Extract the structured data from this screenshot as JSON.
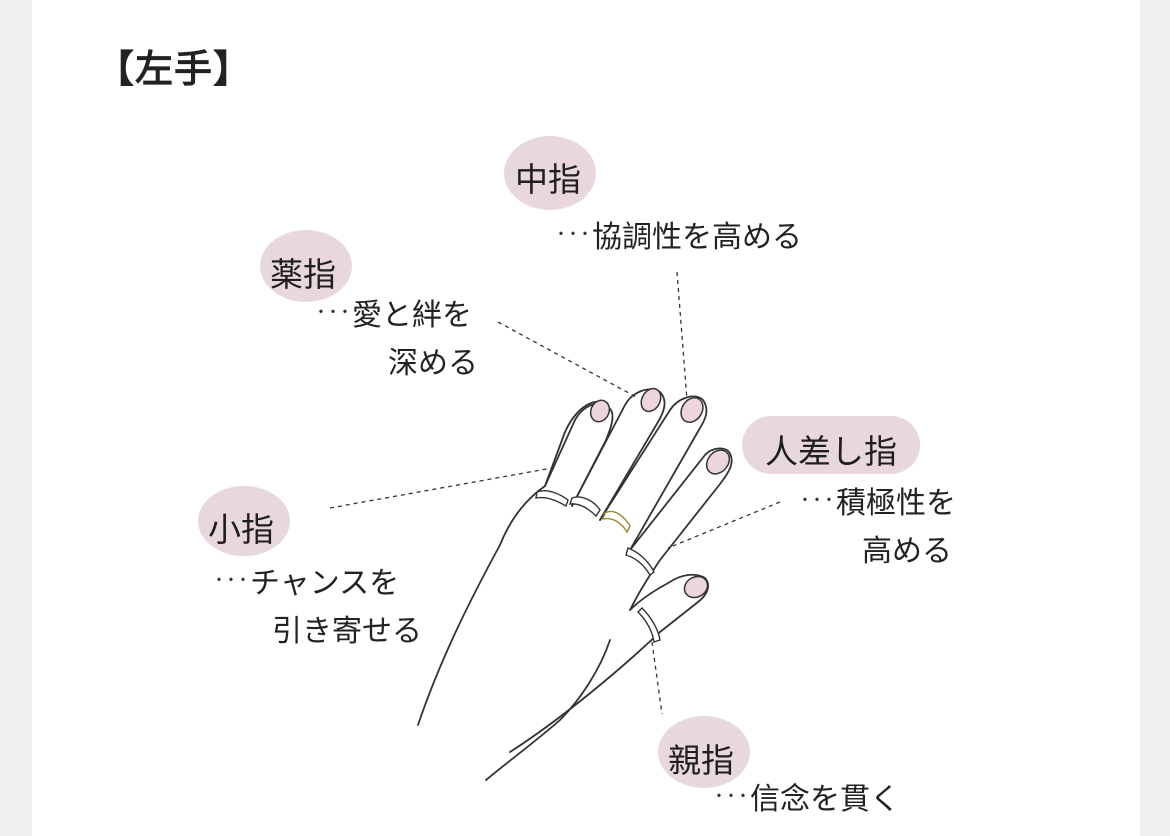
{
  "title": "【左手】",
  "fingers": {
    "middle": {
      "name": "中指",
      "desc_line1": "協調性を高める"
    },
    "ring": {
      "name": "薬指",
      "desc_line1": "愛と絆を",
      "desc_line2": "深める"
    },
    "index": {
      "name": "人差し指",
      "desc_line1": "積極性を",
      "desc_line2": "高める"
    },
    "little": {
      "name": "小指",
      "desc_line1": "チャンスを",
      "desc_line2": "引き寄せる"
    },
    "thumb": {
      "name": "親指",
      "desc_line1": "信念を貫く"
    }
  },
  "leader_dots": "･･･",
  "colors": {
    "bubble": "#e9d7de",
    "nail": "#ecd5dc",
    "line": "#333333",
    "page_bg": "#f0eff0",
    "card_bg": "#ffffff"
  }
}
